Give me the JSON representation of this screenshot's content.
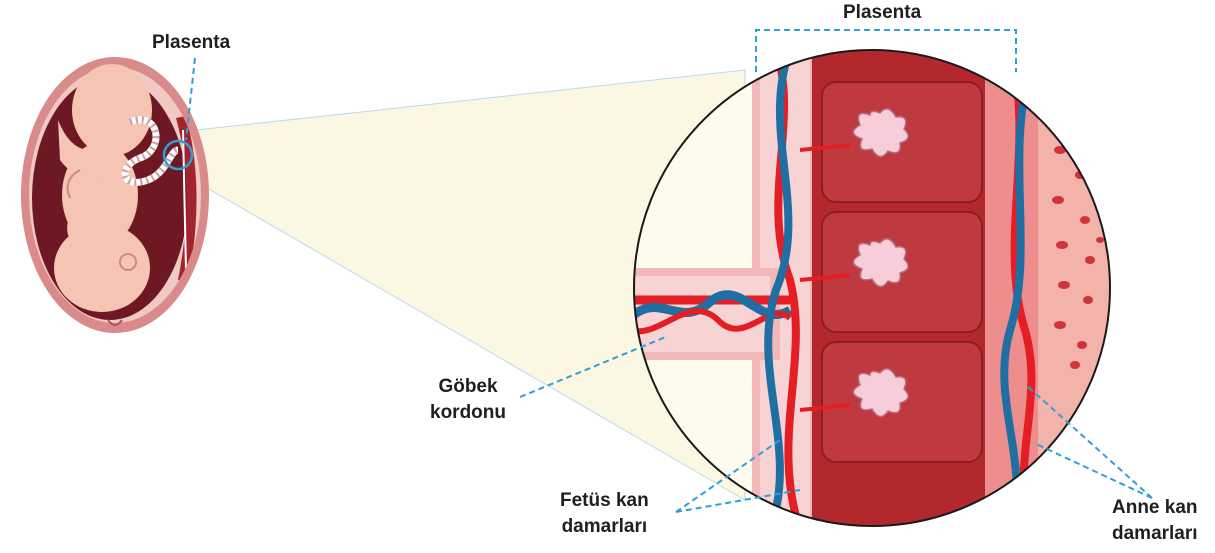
{
  "labels": {
    "plasenta_small": "Plasenta",
    "plasenta_top": "Plasenta",
    "gobek_line1": "Göbek",
    "gobek_line2": "kordonu",
    "fetus_line1": "Fetüs kan",
    "fetus_line2": "damarları",
    "anne_line1": "Anne kan",
    "anne_line2": "damarları"
  },
  "colors": {
    "leader_line": "#2f9fd8",
    "fetal_artery": "#e31e24",
    "fetal_vein": "#1f6fa3",
    "maternal_tissue": "#b3282d",
    "villi": "#f6cdd8",
    "uterus_wall": "#7a1f2b"
  }
}
